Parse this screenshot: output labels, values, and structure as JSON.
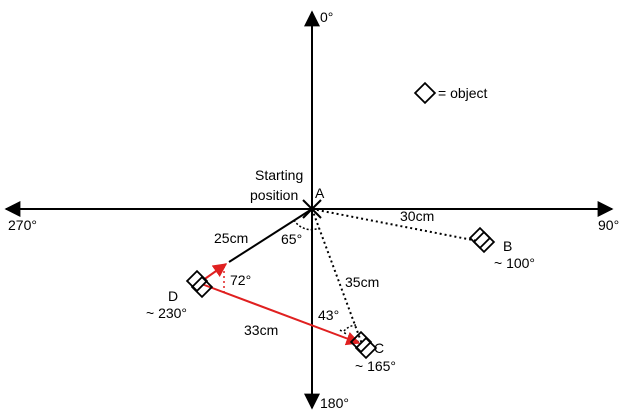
{
  "compass": {
    "top": "0°",
    "right": "90°",
    "bottom": "180°",
    "left": "270°"
  },
  "start": {
    "label_line1": "Starting",
    "label_line2": "position",
    "point": "A"
  },
  "legend": {
    "text": "= object"
  },
  "objects": [
    {
      "id": "B",
      "heading": "~ 100°",
      "distance": "30cm"
    },
    {
      "id": "C",
      "heading": "~ 165°",
      "distance": "35cm"
    },
    {
      "id": "D",
      "heading": "~ 230°",
      "distance": "25cm"
    }
  ],
  "route": {
    "d_to_c_distance": "33cm"
  },
  "angles": {
    "at_a": "65°",
    "at_c": "43°",
    "at_d": "72°"
  },
  "colors": {
    "axis": "#000000",
    "route": "#e02020"
  }
}
